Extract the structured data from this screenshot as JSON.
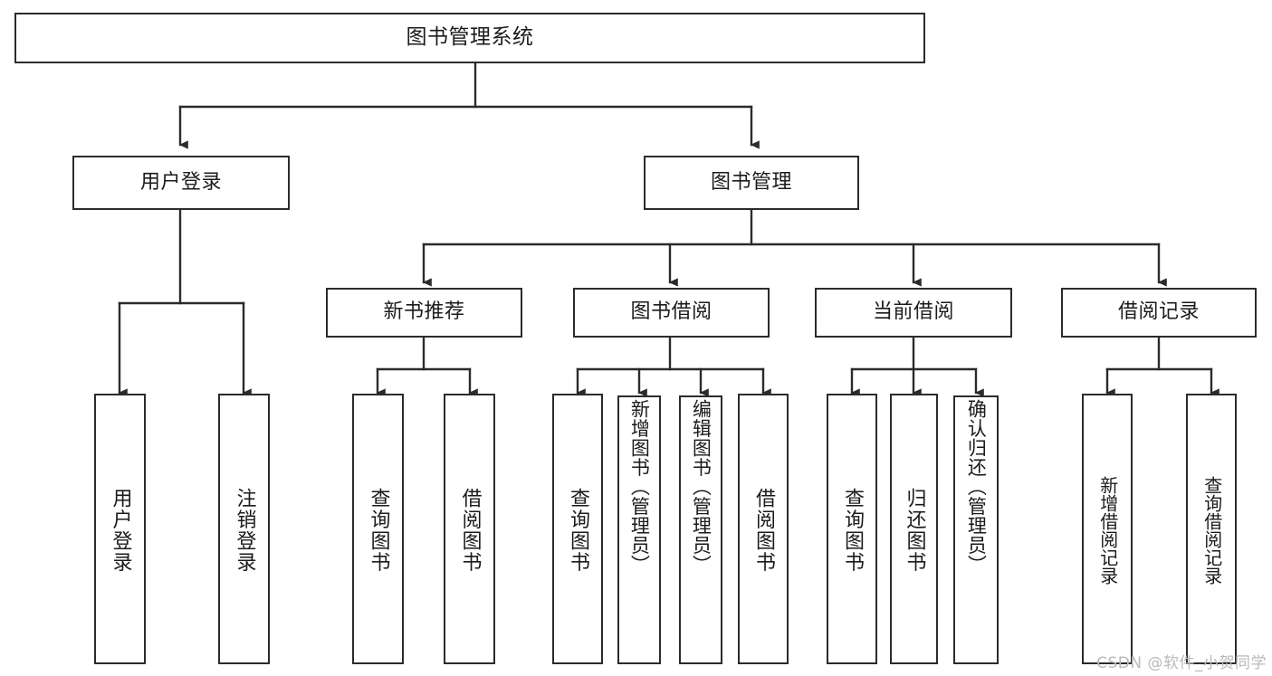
{
  "diagram": {
    "title": "图书管理系统",
    "watermark": "CSDN @软件_小贺同学",
    "line_color": "#2b2b2b",
    "box_fill": "#ffffff",
    "text_color": "#1b1b1b",
    "watermark_color": "#b9b9b9"
  },
  "nodes": {
    "root": {
      "label": "图书管理系统"
    },
    "level2": [
      {
        "label": "用户登录"
      },
      {
        "label": "图书管理"
      }
    ],
    "level3": [
      {
        "label": "新书推荐"
      },
      {
        "label": "图书借阅"
      },
      {
        "label": "当前借阅"
      },
      {
        "label": "借阅记录"
      }
    ],
    "leaves": {
      "user_login": [
        {
          "label": "用户登录"
        },
        {
          "label": "注销登录"
        }
      ],
      "new_book": [
        {
          "label": "查询图书"
        },
        {
          "label": "借阅图书"
        }
      ],
      "book_borrow": [
        {
          "label": "查询图书"
        },
        {
          "label": "新增图书（管理员）"
        },
        {
          "label": "编辑图书（管理员）"
        },
        {
          "label": "借阅图书"
        }
      ],
      "current_borrow": [
        {
          "label": "查询图书"
        },
        {
          "label": "归还图书"
        },
        {
          "label": "确认归还（管理员）"
        }
      ],
      "borrow_record": [
        {
          "label": "新增借阅记录"
        },
        {
          "label": "查询借阅记录"
        }
      ]
    }
  },
  "chart_data": {
    "type": "table",
    "title": "图书管理系统 功能结构图",
    "tree": {
      "name": "图书管理系统",
      "children": [
        {
          "name": "用户登录",
          "children": [
            {
              "name": "用户登录"
            },
            {
              "name": "注销登录"
            }
          ]
        },
        {
          "name": "图书管理",
          "children": [
            {
              "name": "新书推荐",
              "children": [
                {
                  "name": "查询图书"
                },
                {
                  "name": "借阅图书"
                }
              ]
            },
            {
              "name": "图书借阅",
              "children": [
                {
                  "name": "查询图书"
                },
                {
                  "name": "新增图书（管理员）"
                },
                {
                  "name": "编辑图书（管理员）"
                },
                {
                  "name": "借阅图书"
                }
              ]
            },
            {
              "name": "当前借阅",
              "children": [
                {
                  "name": "查询图书"
                },
                {
                  "name": "归还图书"
                },
                {
                  "name": "确认归还（管理员）"
                }
              ]
            },
            {
              "name": "借阅记录",
              "children": [
                {
                  "name": "新增借阅记录"
                },
                {
                  "name": "查询借阅记录"
                }
              ]
            }
          ]
        }
      ]
    }
  }
}
